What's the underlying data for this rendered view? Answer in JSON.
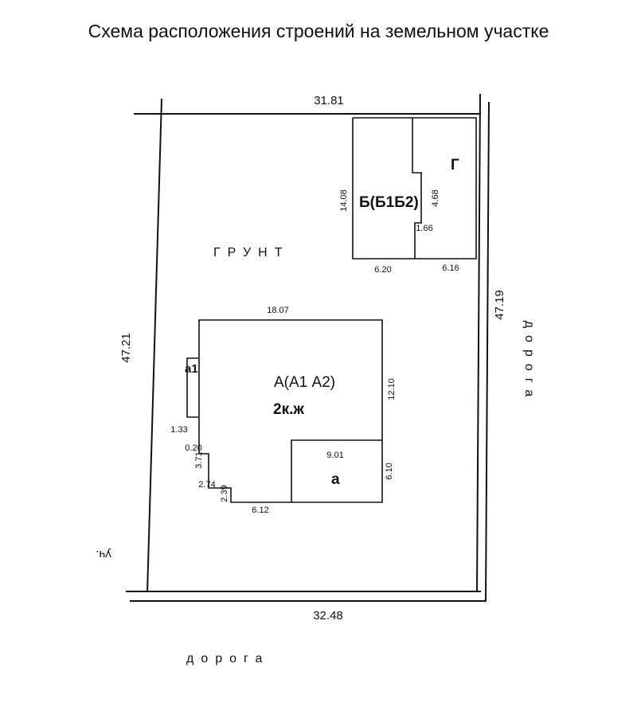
{
  "title": "Схема расположения строений на земельном участке",
  "plot": {
    "top_length": "31.81",
    "bottom_length": "32.48",
    "left_length": "47.21",
    "right_length": "47.19",
    "ground_label": "ГРУНТ",
    "uch_label": "уч.",
    "road_bottom_label": "дорога",
    "road_right_label": "дорога"
  },
  "building_b": {
    "label": "Б(Б1Б2)",
    "annex_label": "Г",
    "dims": {
      "height": "14.08",
      "inner_height": "4.68",
      "step": "1.66",
      "bottom_left": "6.20",
      "bottom_right": "6.16"
    }
  },
  "building_a": {
    "label": "А(А1  А2)",
    "floors": "2к.ж",
    "annex_a1": "а1",
    "annex_a": "а",
    "dims": {
      "top": "18.07",
      "right": "12.10",
      "annex_top": "9.01",
      "annex_right": "6.10",
      "bottom": "6.12",
      "d_133": "1.33",
      "d_020": "0.20",
      "d_371": "3.71",
      "d_274": "2.74",
      "d_239": "2.39"
    }
  }
}
